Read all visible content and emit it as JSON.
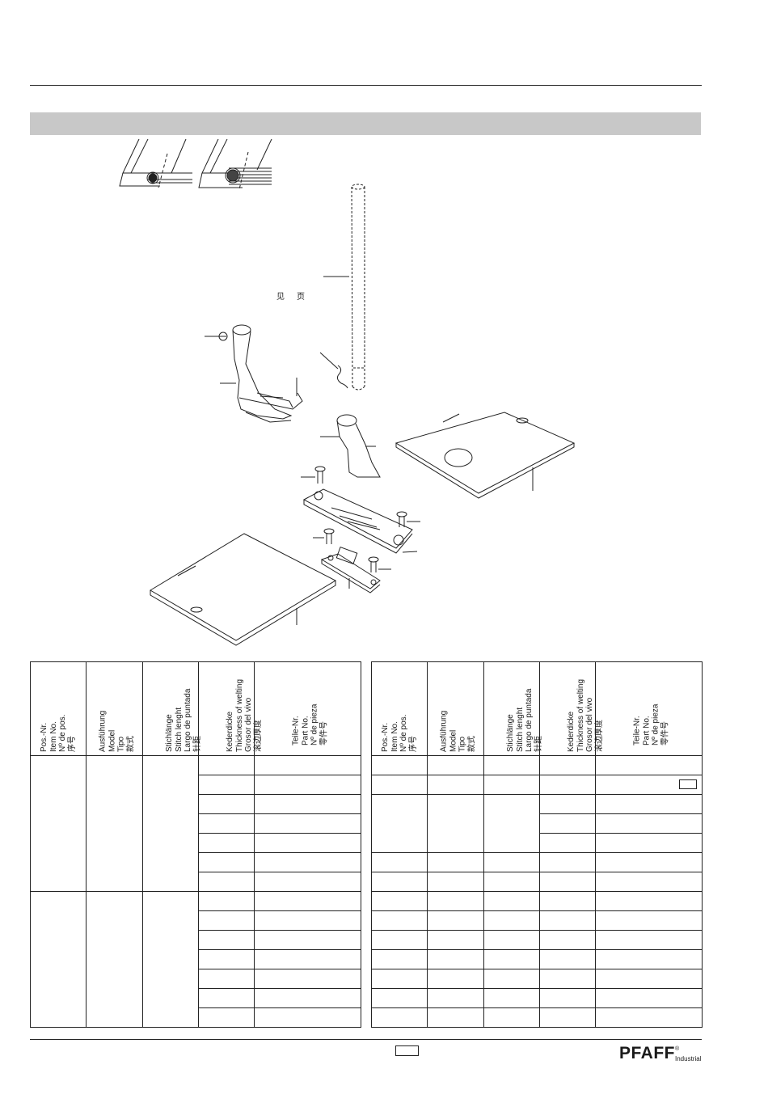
{
  "illustration": {
    "cjk_note": [
      "见",
      "页"
    ]
  },
  "table_headers": {
    "pos": [
      "Pos.-Nr.",
      "Item No.",
      "Nº de pos.",
      "序号"
    ],
    "model": [
      "Ausführung",
      "Model",
      "Tipo",
      "款式"
    ],
    "stitch": [
      "Stichlänge",
      "Stitch lenght",
      "Largo de puntada",
      "针距"
    ],
    "welting": [
      "Kederdicke",
      "Thickness of welting",
      "Grosor del vivo",
      "滚边厚度"
    ],
    "part": [
      "Teile-Nr.",
      "Part No.",
      "Nº de pieza",
      "零件号"
    ]
  },
  "footer": {
    "brand": "PFAFF",
    "brand_mark": "®",
    "brand_sub": "Industrial"
  }
}
